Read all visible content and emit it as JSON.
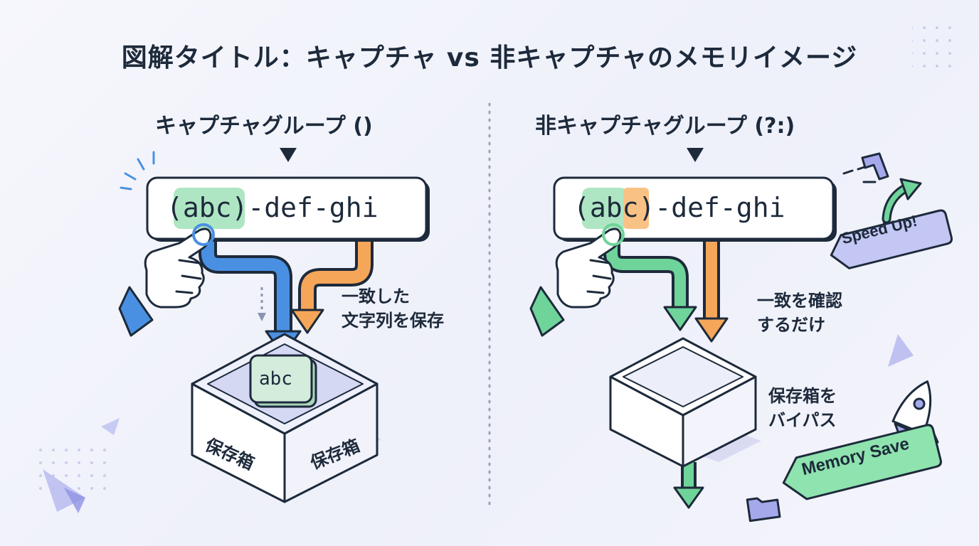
{
  "title": "図解タイトル：キャプチャ vs 非キャプチャのメモリイメージ",
  "left": {
    "heading": "キャプチャグループ ()",
    "regex_open": "(",
    "regex_group": "abc",
    "regex_close": ")",
    "regex_rest": "-def-ghi",
    "note_line1": "一致した",
    "note_line2": "文字列を保存",
    "card": "abc",
    "box_front": "保存箱",
    "box_side": "保存箱"
  },
  "right": {
    "heading": "非キャプチャグループ (?:)",
    "regex_open": "(",
    "regex_group": "abc",
    "regex_close": ")",
    "regex_rest": "-def-ghi",
    "note_line1": "一致を確認",
    "note_line2": "するだけ",
    "bypass_line1": "保存箱を",
    "bypass_line2": "バイパス",
    "speed_tag": "Speed Up!",
    "memory_tag": "Memory Save"
  },
  "colors": {
    "ink": "#1d2a3b",
    "blue": "#4a90e2",
    "orange": "#f5a658",
    "green": "#6fd49a",
    "purple": "#9fa2ea"
  },
  "icons": [
    "pointing-hand-icon",
    "rocket-icon",
    "folder-icon",
    "arrow-icon",
    "triangle-decor-icon"
  ]
}
